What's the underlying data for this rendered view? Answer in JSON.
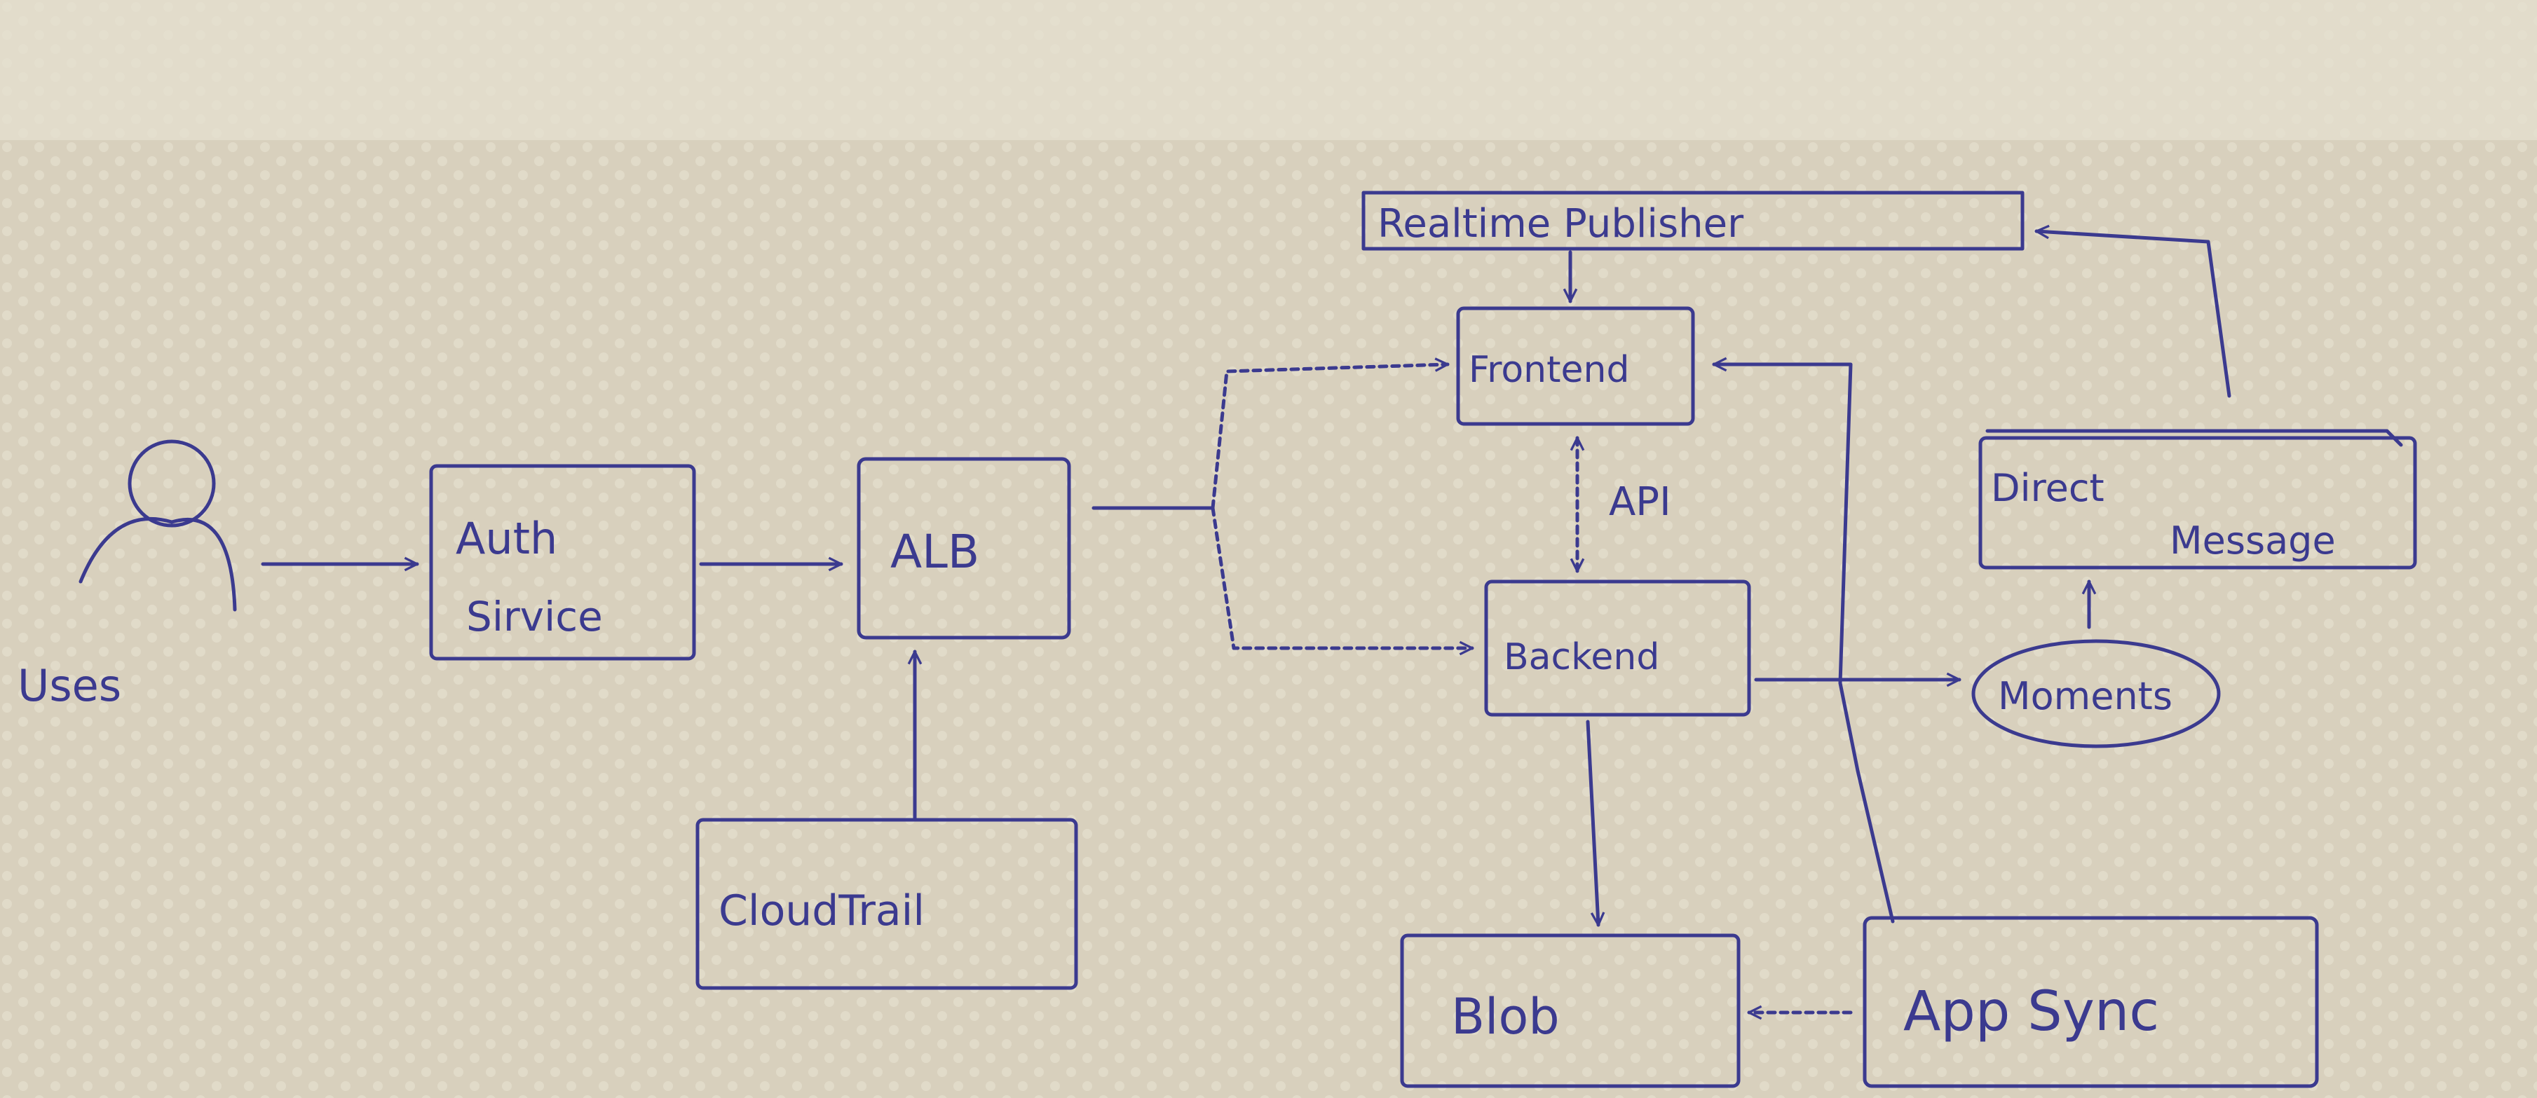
{
  "colors": {
    "paper": "#d8d0bd",
    "paper_band": "#e2dccb",
    "ink": "#3b3a8f"
  },
  "nodes": {
    "user": "Uses",
    "auth_service": {
      "line1": "Auth",
      "line2": "Sirvice"
    },
    "alb": "ALB",
    "cloudtrail": "CloudTrail",
    "realtime_publisher": "Realtime Publisher",
    "frontend": "Frontend",
    "backend": "Backend",
    "direct_message": {
      "line1": "Direct",
      "line2": "Message"
    },
    "moments": "Moments",
    "blob": "Blob",
    "appsync": "App Sync"
  },
  "edge_labels": {
    "api": "API"
  }
}
